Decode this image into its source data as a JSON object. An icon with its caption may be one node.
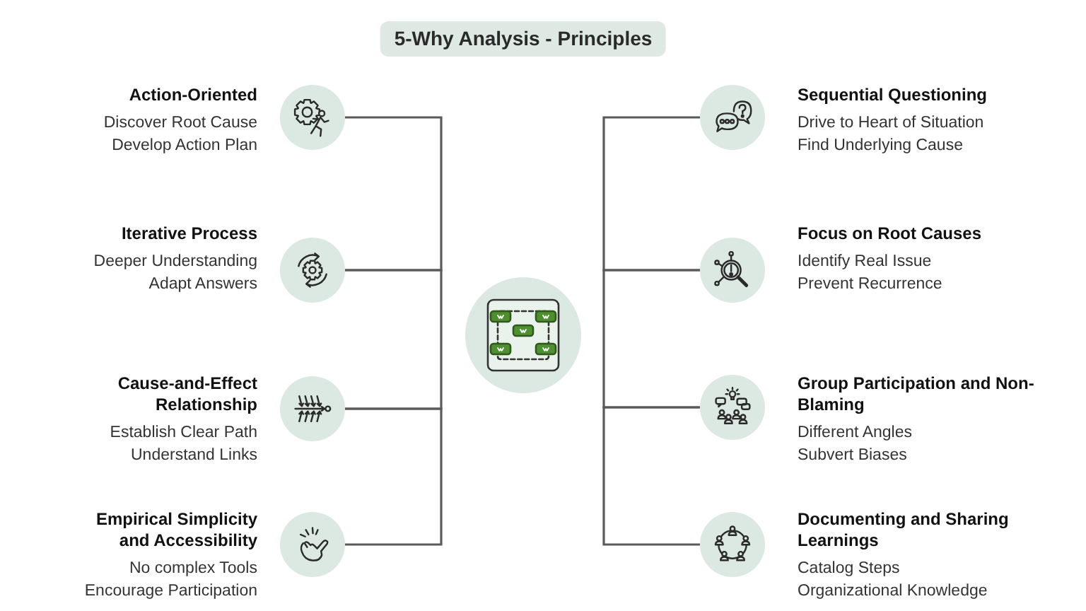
{
  "diagram": {
    "title": "5-Why Analysis - Principles",
    "nodes": [
      {
        "text": [],
        "shape": "circle",
        "beside": [
          "Action-Oriented",
          "Discover Root Cause",
          "Develop Action Plan"
        ]
      },
      {
        "text": [],
        "shape": "circle",
        "beside": [
          "Iterative Process",
          "Deeper Understanding",
          "Adapt Answers"
        ]
      },
      {
        "text": [],
        "shape": "circle",
        "beside": [
          "Cause-and-Effect Relationship",
          "Establish Clear Path",
          "Understand Links"
        ]
      },
      {
        "text": [],
        "shape": "circle",
        "beside": [
          "Empirical Simplicity and Accessibility",
          "No complex Tools",
          "Encourage Participation"
        ]
      },
      {
        "text": [],
        "shape": "circle"
      },
      {
        "text": [],
        "shape": "circle",
        "beside": [
          "Sequential Questioning",
          "Drive to Heart of Situation",
          "Find Underlying Cause"
        ]
      },
      {
        "text": [],
        "shape": "circle",
        "beside": [
          "Focus on Root Causes",
          "Identify Real Issue",
          "Prevent Recurrence"
        ]
      },
      {
        "text": [],
        "shape": "circle",
        "beside": [
          "Group Participation and Non-Blaming",
          "Different Angles",
          "Subvert Biases"
        ]
      },
      {
        "text": [],
        "shape": "circle",
        "beside": [
          "Documenting and Sharing Learnings",
          "Catalog Steps",
          "Organizational Knowledge"
        ]
      }
    ],
    "edges": [
      {
        "from": 0,
        "to": 1,
        "arrow": "none"
      },
      {
        "from": 1,
        "to": 2,
        "arrow": "none"
      },
      {
        "from": 2,
        "to": 3,
        "arrow": "none"
      },
      {
        "from": 5,
        "to": 6,
        "arrow": "none"
      },
      {
        "from": 6,
        "to": 7,
        "arrow": "none"
      },
      {
        "from": 7,
        "to": 8,
        "arrow": "none"
      }
    ]
  }
}
